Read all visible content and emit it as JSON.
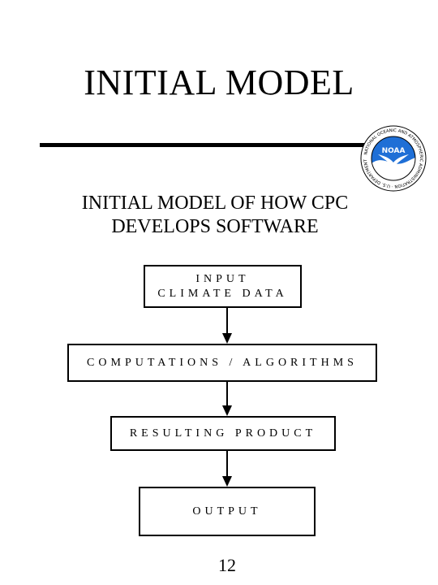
{
  "slide": {
    "title": "INITIAL MODEL",
    "subtitle_lines": [
      "INITIAL MODEL OF HOW CPC",
      "DEVELOPS  SOFTWARE"
    ],
    "page_number": "12"
  },
  "logo": {
    "name": "noaa-logo",
    "text": "NOAA",
    "ring_text": "NATIONAL OCEANIC AND ATMOSPHERIC ADMINISTRATION · U.S. DEPARTMENT OF COMMERCE",
    "colors": {
      "sky": "#1f6fd6",
      "sea": "#ffffff",
      "bird": "#ffffff",
      "ring": "#ffffff"
    }
  },
  "flow": {
    "steps": [
      {
        "id": "input",
        "lines": [
          "INPUT",
          "CLIMATE DATA"
        ]
      },
      {
        "id": "computations",
        "lines": [
          "COMPUTATIONS / ALGORITHMS"
        ]
      },
      {
        "id": "resulting_product",
        "lines": [
          "RESULTING PRODUCT"
        ]
      },
      {
        "id": "output",
        "lines": [
          "OUTPUT"
        ]
      }
    ]
  }
}
